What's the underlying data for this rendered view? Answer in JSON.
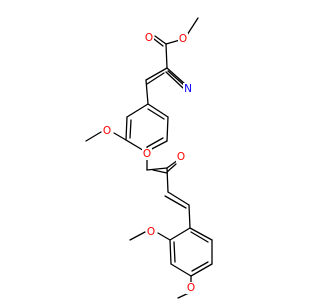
{
  "structure": {
    "atoms": [
      {
        "id": "O_carbonyl_top",
        "text": "O",
        "color": "#ff0000"
      },
      {
        "id": "O_ester_methoxy",
        "text": "O",
        "color": "#ff0000"
      },
      {
        "id": "N_nitrile",
        "text": "N",
        "color": "#0000ff"
      },
      {
        "id": "O_methoxy_ring1",
        "text": "O",
        "color": "#ff0000"
      },
      {
        "id": "O_aryl_ester",
        "text": "O",
        "color": "#ff0000"
      },
      {
        "id": "O_carbonyl_mid",
        "text": "O",
        "color": "#ff0000"
      },
      {
        "id": "O_methoxy_ring2_a",
        "text": "O",
        "color": "#ff0000"
      },
      {
        "id": "O_methoxy_ring2_b",
        "text": "O",
        "color": "#ff0000"
      }
    ]
  }
}
